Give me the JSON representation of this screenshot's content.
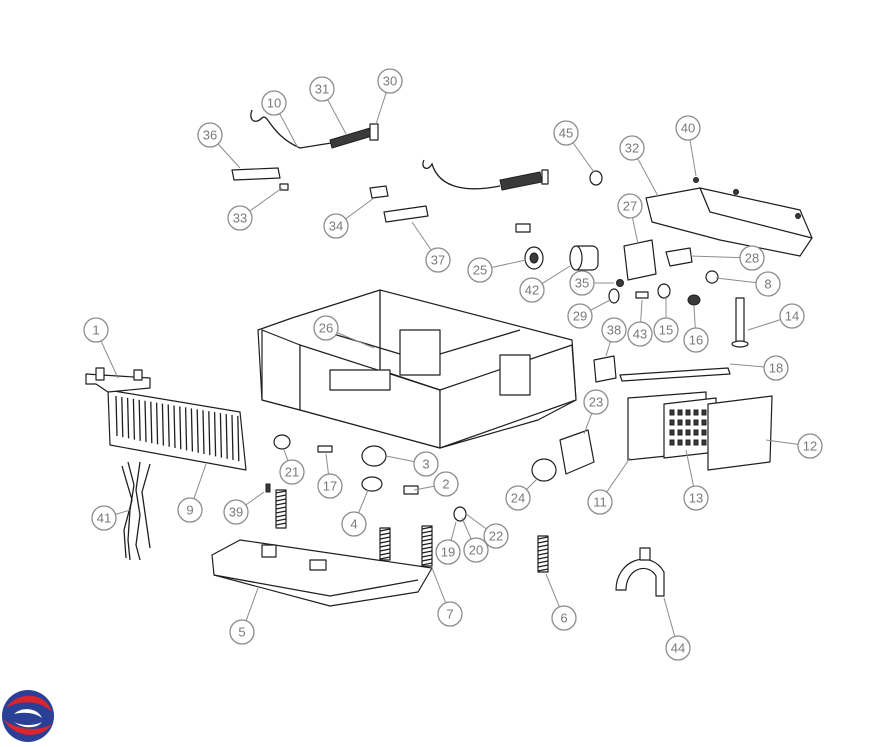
{
  "diagram": {
    "callouts": [
      "1",
      "2",
      "3",
      "4",
      "5",
      "6",
      "7",
      "8",
      "9",
      "10",
      "11",
      "12",
      "13",
      "14",
      "15",
      "16",
      "17",
      "18",
      "19",
      "20",
      "21",
      "22",
      "23",
      "24",
      "25",
      "26",
      "27",
      "28",
      "29",
      "30",
      "31",
      "32",
      "33",
      "34",
      "35",
      "36",
      "37",
      "38",
      "39",
      "40",
      "41",
      "42",
      "43",
      "44",
      "45"
    ],
    "colors": {
      "callout_stroke": "#8c8c8c",
      "callout_text": "#7a7a7a",
      "part_stroke": "#1f1f1f",
      "logo_red": "#d7262d",
      "logo_blue": "#2a3f96"
    },
    "logo_icon": "brand-swirl-icon"
  }
}
